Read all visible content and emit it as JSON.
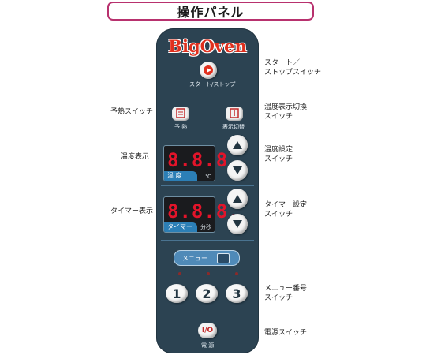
{
  "header": {
    "title": "操作パネル"
  },
  "panel": {
    "logo": "BigOven",
    "start_stop_label": "スタート/ストップ",
    "preheat_label": "予 熱",
    "temp_display_toggle_label": "表示切替",
    "temp_display": {
      "value": "8.8.8.",
      "label": "温 度",
      "unit": "℃"
    },
    "timer_display": {
      "value": "8.8.8.",
      "label": "タイマー",
      "unit": "分秒"
    },
    "menu_label": "メニュー",
    "menu_numbers": [
      "1",
      "2",
      "3"
    ],
    "power_symbol": "I/O",
    "power_label": "電 源"
  },
  "callouts": {
    "start_stop": [
      "スタート／",
      "ストップスイッチ"
    ],
    "preheat": [
      "予熱スイッチ"
    ],
    "temp_display_toggle": [
      "温度表示切換",
      "スイッチ"
    ],
    "temp_display": [
      "温度表示"
    ],
    "temp_setting": [
      "温度設定",
      "スイッチ"
    ],
    "timer_display": [
      "タイマー表示"
    ],
    "timer_setting": [
      "タイマー設定",
      "スイッチ"
    ],
    "menu_number": [
      "メニュー番号",
      "スイッチ"
    ],
    "power": [
      "電源スイッチ"
    ]
  },
  "colors": {
    "panel": "#2c4352",
    "accent_border": "#b8316e",
    "display_digits": "#e3142a",
    "logo": "#e0301e"
  }
}
